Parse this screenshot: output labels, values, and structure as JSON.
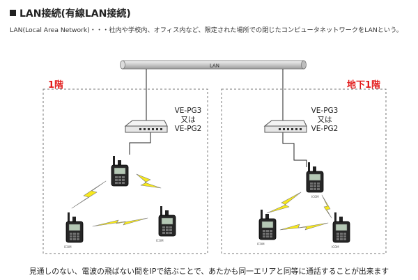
{
  "header": {
    "title": "LAN接続(有線LAN接続)",
    "description": "LAN(Local Area Network)・・・社内や学校内、オフィス内など、限定された場所での閉じたコンピュータネットワークをLANという。"
  },
  "diagram": {
    "backbone_label": "LAN",
    "left_area": {
      "floor_label": "1階",
      "device_label_lines": [
        "VE-PG3",
        "又は",
        "VE-PG2"
      ]
    },
    "right_area": {
      "floor_label": "地下1階",
      "device_label_lines": [
        "VE-PG3",
        "又は",
        "VE-PG2"
      ]
    },
    "radio_brand": "ICOM",
    "colors": {
      "floor_label": "#e21b1b",
      "lightning": "#f7e81d",
      "pipe": "#c9c9c9",
      "dashed_border": "#777777"
    }
  },
  "footer": {
    "caption": "見通しのない、電波の飛ばない間をIPで結ぶことで、あたかも同一エリアと同等に通話することが出来ます"
  }
}
